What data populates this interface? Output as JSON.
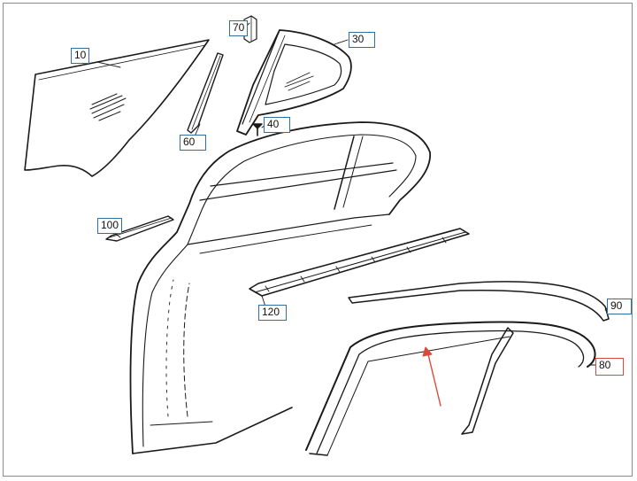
{
  "callouts": {
    "part_10": "10",
    "part_70": "70",
    "part_30": "30",
    "part_40": "40",
    "part_60": "60",
    "part_100": "100",
    "part_120": "120",
    "part_90": "90",
    "part_80": "80"
  },
  "colors": {
    "line": "#1a1a1a",
    "callout_border": "#2f6fa6",
    "highlight": "#d84a3a",
    "frame": "#8a8a8a"
  },
  "icons": {
    "indicator": "arrow-up-left-icon"
  }
}
